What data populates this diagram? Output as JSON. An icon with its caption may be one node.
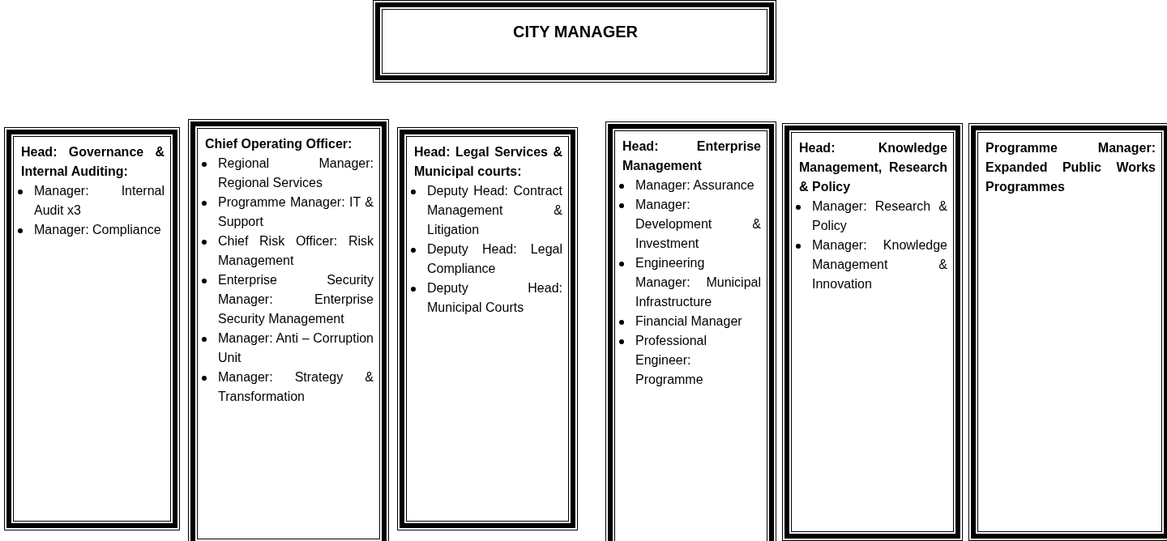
{
  "diagram": {
    "nodes": [
      {
        "text": [
          "CITY MANAGER"
        ]
      },
      {
        "text": [
          "Head: Governance & Internal Auditing:",
          "Manager: Internal Audit x3",
          "Manager: Compliance"
        ]
      },
      {
        "text": [
          "Chief Operating Officer:",
          "Regional Manager: Regional Services",
          "Programme Manager: IT & Support",
          "Chief Risk Officer: Risk Management",
          "Enterprise Security Manager: Enterprise Security Management",
          "Manager: Anti – Corruption Unit",
          "Manager: Strategy & Transformation"
        ]
      },
      {
        "text": [
          "Head: Legal Services & Municipal courts:",
          "Deputy Head: Contract Management & Litigation",
          "Deputy Head: Legal Compliance",
          "Deputy Head: Municipal Courts"
        ]
      },
      {
        "text": [
          "Head: Enterprise Management",
          "Manager: Assurance",
          "Manager: Development & Investment",
          "Engineering Manager: Municipal Infrastructure",
          "Financial Manager",
          "Professional Engineer: Programme"
        ]
      },
      {
        "text": [
          "Head: Knowledge Management, Research & Policy",
          "Manager: Research & Policy",
          "Manager: Knowledge Management & Innovation"
        ]
      },
      {
        "text": [
          "Programme Manager: Expanded Public Works Programmes"
        ]
      }
    ]
  }
}
